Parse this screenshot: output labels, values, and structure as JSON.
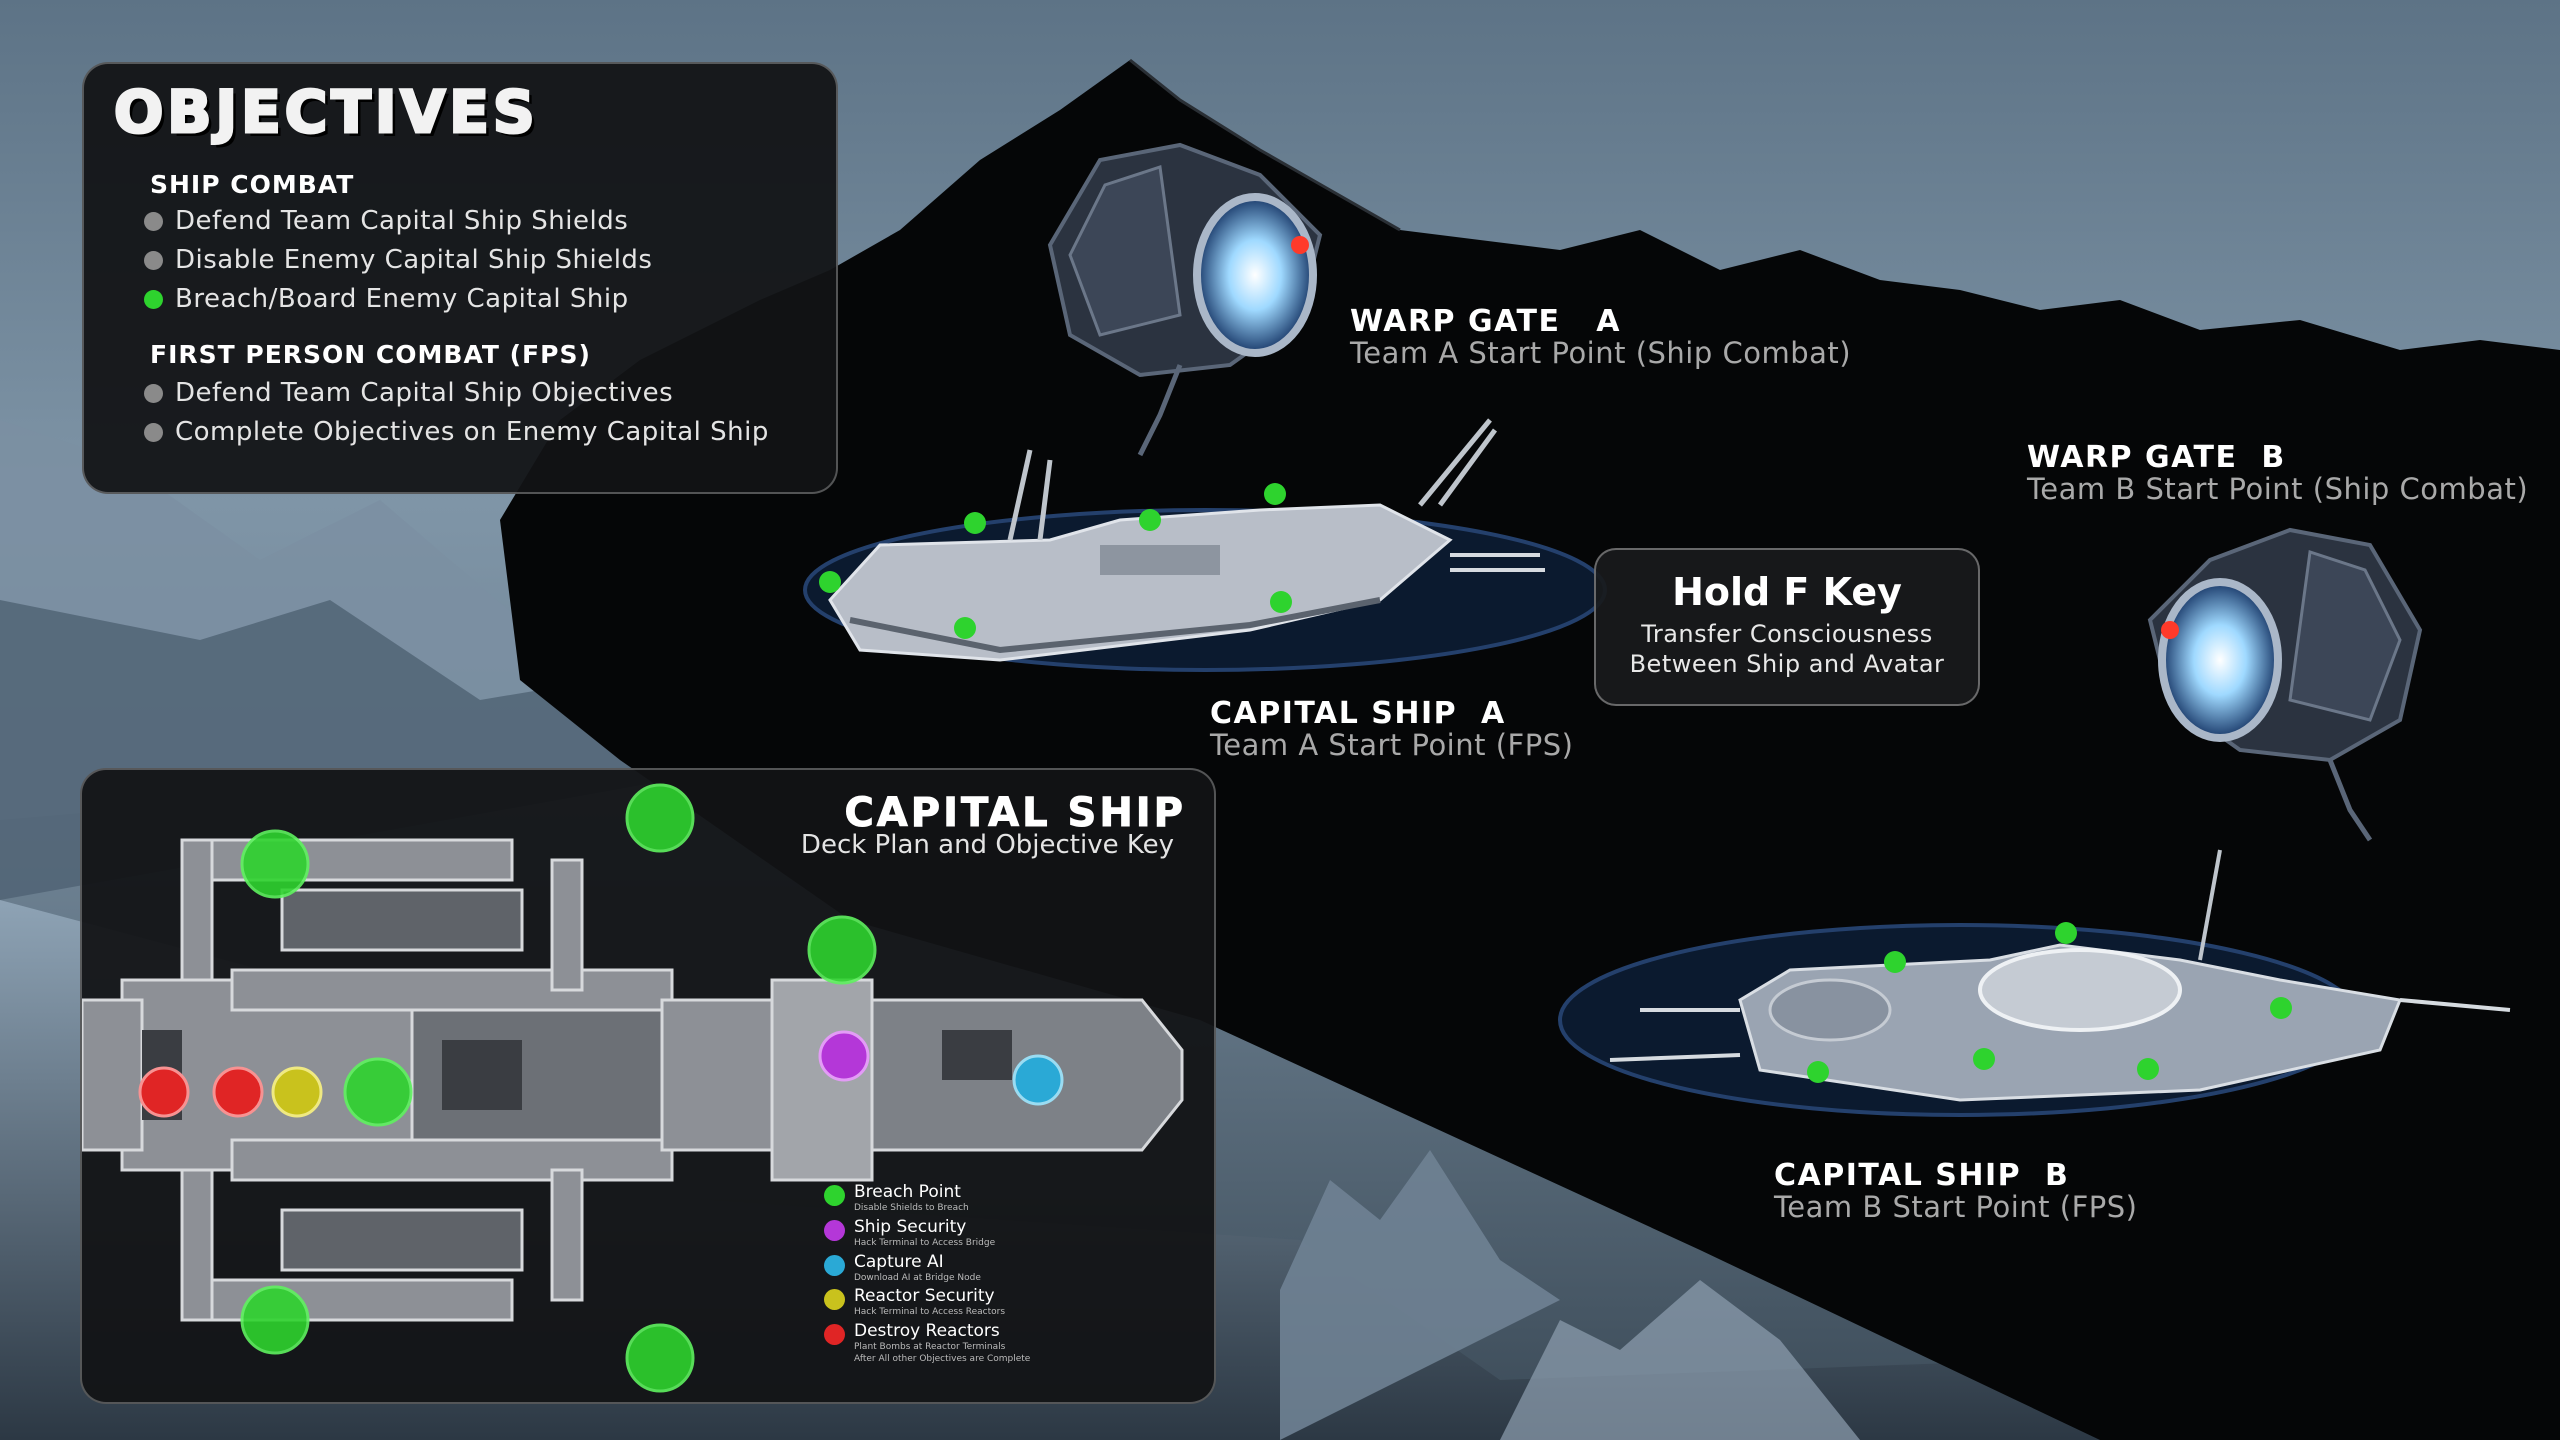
{
  "objectives": {
    "title": "OBJECTIVES",
    "sections": [
      {
        "heading": "SHIP COMBAT",
        "items": [
          {
            "text": "Defend Team Capital Ship Shields",
            "status_color": "#8a8a8a"
          },
          {
            "text": "Disable Enemy Capital Ship Shields",
            "status_color": "#8a8a8a"
          },
          {
            "text": "Breach/Board Enemy Capital Ship",
            "status_color": "#2ed32e"
          }
        ]
      },
      {
        "heading": "FIRST PERSON COMBAT (FPS)",
        "items": [
          {
            "text": "Defend Team Capital Ship Objectives",
            "status_color": "#8a8a8a"
          },
          {
            "text": "Complete Objectives on Enemy Capital Ship",
            "status_color": "#8a8a8a"
          }
        ]
      }
    ]
  },
  "labels": {
    "warp_gate_a": {
      "title": "WARP GATE   A",
      "sub": "Team A Start Point (Ship Combat)"
    },
    "warp_gate_b": {
      "title": "WARP GATE  B",
      "sub": "Team B Start Point (Ship Combat)"
    },
    "capital_ship_a": {
      "title": "CAPITAL SHIP  A",
      "sub": "Team A Start Point (FPS)"
    },
    "capital_ship_b": {
      "title": "CAPITAL SHIP  B",
      "sub": "Team B Start Point (FPS)"
    }
  },
  "hold_key": {
    "title": "Hold F Key",
    "line1": "Transfer Consciousness",
    "line2": "Between Ship and Avatar"
  },
  "deck_plan": {
    "title": "CAPITAL SHIP",
    "subtitle": "Deck Plan and Objective Key",
    "legend": [
      {
        "label": "Breach Point",
        "sub": "Disable Shields to Breach",
        "color": "#2ed32e"
      },
      {
        "label": "Ship Security",
        "sub": "Hack Terminal to Access Bridge",
        "color": "#b437d8"
      },
      {
        "label": "Capture AI",
        "sub": "Download AI at Bridge Node",
        "color": "#2aa9d6"
      },
      {
        "label": "Reactor Security",
        "sub": "Hack Terminal to Access Reactors",
        "color": "#c9c21d"
      },
      {
        "label": "Destroy Reactors",
        "sub": "Plant Bombs at Reactor Terminals",
        "sub2": "After All other Objectives are Complete",
        "color": "#e02525"
      }
    ]
  },
  "colors": {
    "accent_green": "#2ed32e",
    "panel_bg": "#121315",
    "muted_text": "#a9a9a9"
  },
  "icons": [
    "warp-gate-a-icon",
    "warp-gate-b-icon",
    "capital-ship-a-icon",
    "capital-ship-b-icon",
    "breach-point-icon"
  ]
}
